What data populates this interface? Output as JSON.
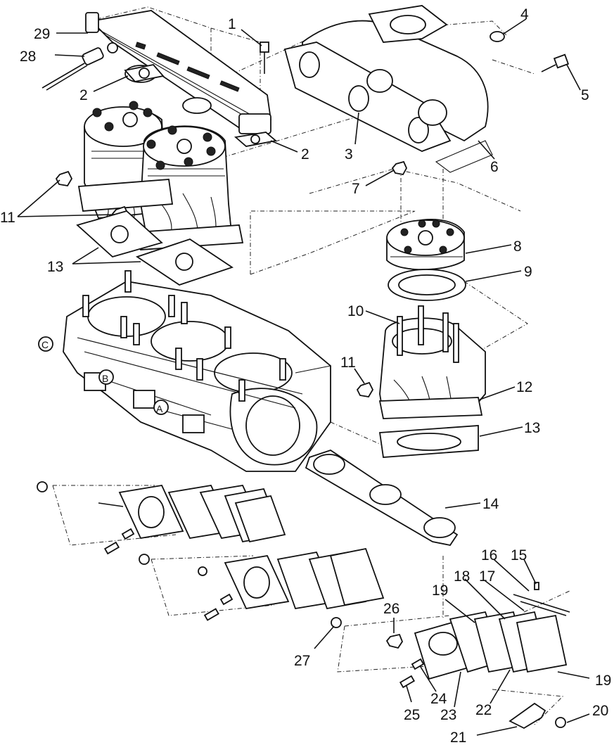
{
  "callouts": [
    "1",
    "2",
    "2",
    "3",
    "4",
    "5",
    "6",
    "7",
    "8",
    "9",
    "10",
    "11",
    "11",
    "12",
    "13",
    "13",
    "14",
    "15",
    "16",
    "17",
    "18",
    "19",
    "19",
    "20",
    "21",
    "22",
    "23",
    "24",
    "25",
    "26",
    "27",
    "28",
    "29"
  ],
  "reference_letters": [
    "A",
    "B",
    "C"
  ]
}
